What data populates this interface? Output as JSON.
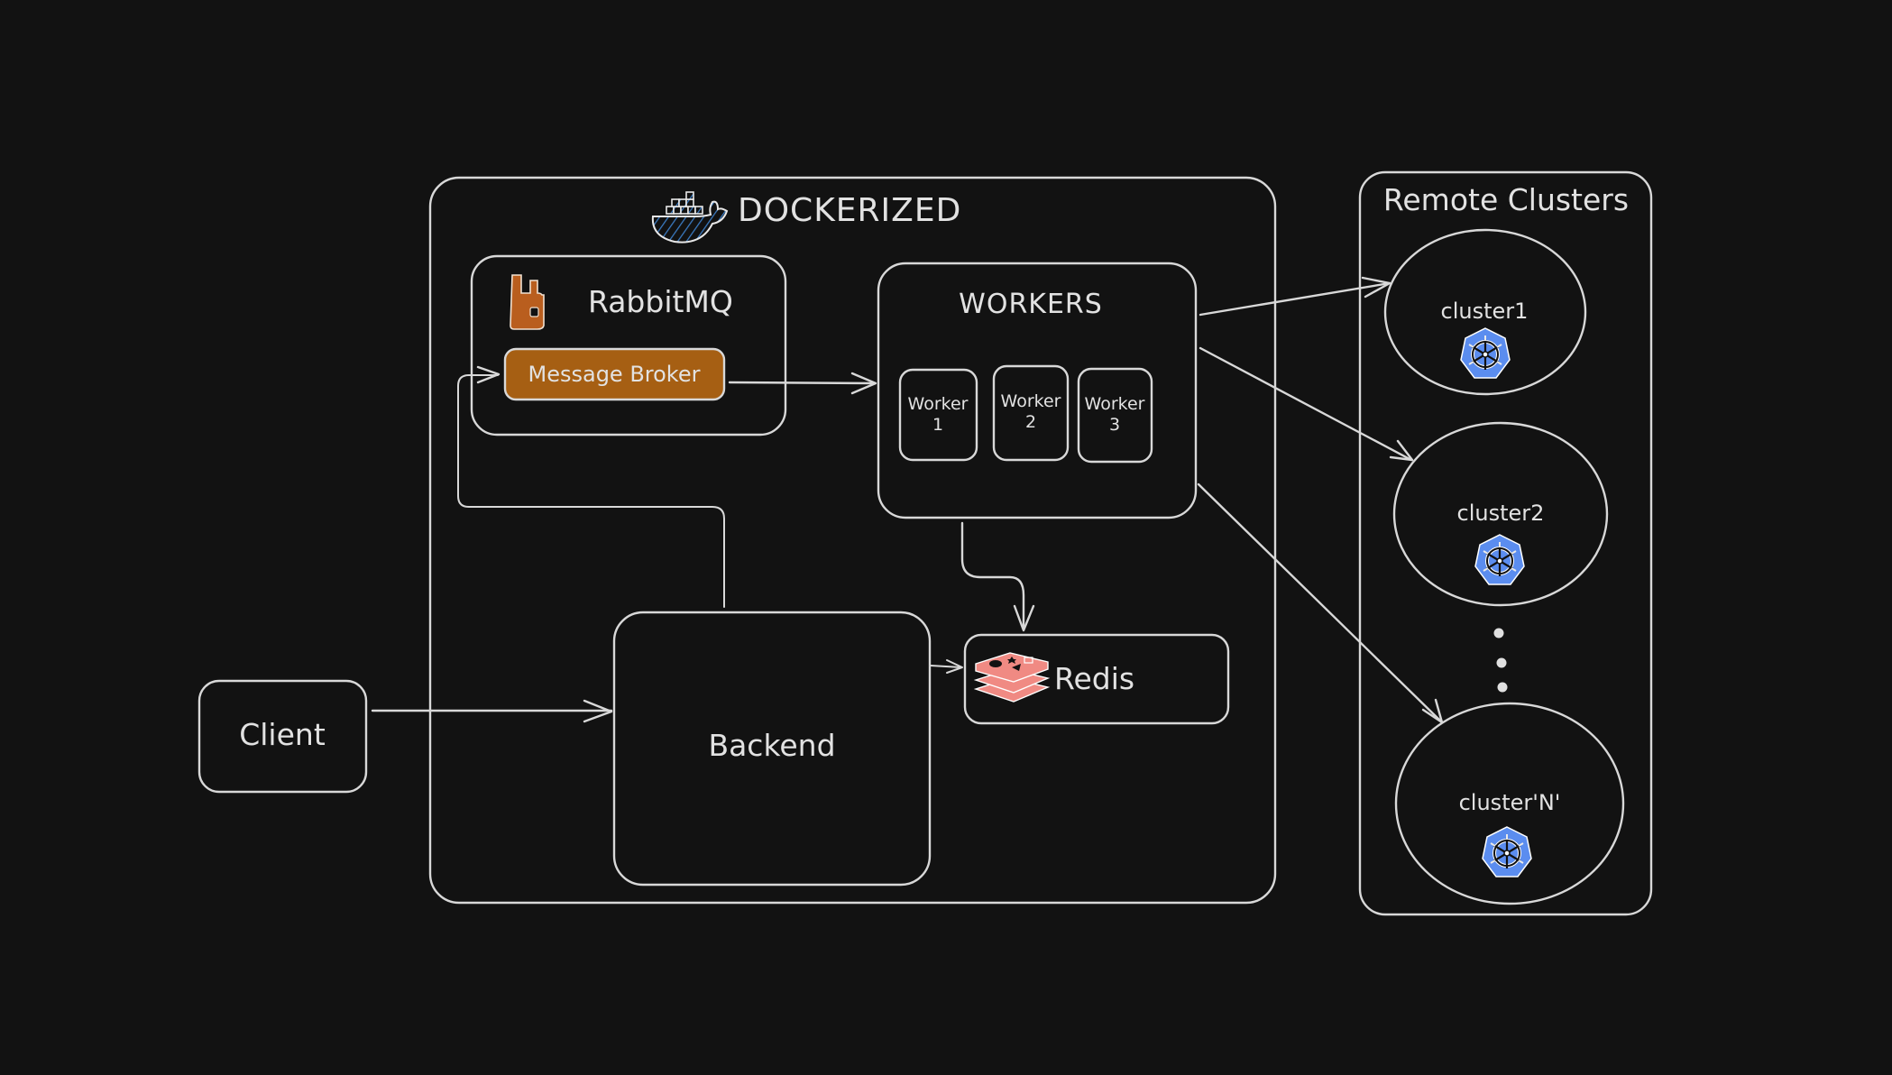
{
  "diagram": {
    "background": "#121212",
    "stroke_color": "#d8d8d8",
    "groups": {
      "dockerized": {
        "label": "DOCKERIZED",
        "icon": "docker-whale-icon"
      },
      "remote_clusters": {
        "label": "Remote Clusters"
      }
    },
    "nodes": {
      "client": {
        "label": "Client"
      },
      "backend": {
        "label": "Backend"
      },
      "rabbitmq": {
        "label": "RabbitMQ",
        "icon": "rabbitmq-icon",
        "icon_color": "#b95e1e"
      },
      "message_broker": {
        "label": "Message Broker",
        "fill": "#a65f13"
      },
      "workers": {
        "label": "WORKERS",
        "items": [
          {
            "line1": "Worker",
            "line2": "1"
          },
          {
            "line1": "Worker",
            "line2": "2"
          },
          {
            "line1": "Worker",
            "line2": "3"
          }
        ]
      },
      "redis": {
        "label": "Redis",
        "icon": "redis-icon",
        "icon_color": "#f08a83"
      },
      "clusters": [
        {
          "label": "cluster1",
          "icon": "kubernetes-icon"
        },
        {
          "label": "cluster2",
          "icon": "kubernetes-icon"
        },
        {
          "label": "cluster'N'",
          "icon": "kubernetes-icon"
        }
      ],
      "ellipsis": "more-clusters-dots"
    },
    "k8s_color": "#5b8def",
    "edges": [
      {
        "from": "client",
        "to": "backend"
      },
      {
        "from": "backend",
        "to": "message_broker"
      },
      {
        "from": "message_broker",
        "to": "workers"
      },
      {
        "from": "workers",
        "to": "redis"
      },
      {
        "from": "backend",
        "to": "redis"
      },
      {
        "from": "workers",
        "to": "cluster1"
      },
      {
        "from": "workers",
        "to": "cluster2"
      },
      {
        "from": "workers",
        "to": "cluster'N'"
      }
    ]
  }
}
